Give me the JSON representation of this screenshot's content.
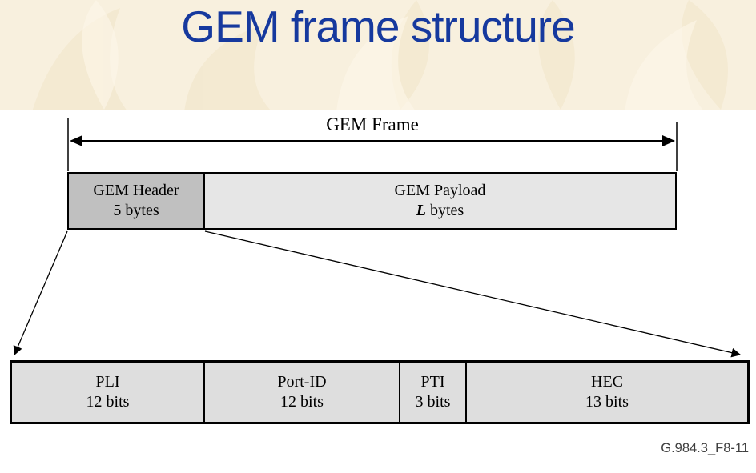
{
  "page": {
    "title": "GEM frame structure",
    "figure_id": "G.984.3_F8-11"
  },
  "colors": {
    "title_blue": "#16399E",
    "band_cream": "#F8F0DE",
    "header_gray": "#C0C0C0",
    "payload_gray": "#E6E6E6",
    "field_gray": "#DEDEDE",
    "figure_id_gray": "#3F3F3F"
  },
  "frame": {
    "label": "GEM Frame",
    "header": {
      "name": "GEM Header",
      "size": "5 bytes"
    },
    "payload": {
      "name": "GEM Payload",
      "size_var": "L",
      "size_rest": " bytes"
    }
  },
  "header_fields": [
    {
      "label": "PLI",
      "size": "12 bits"
    },
    {
      "label": "Port-ID",
      "size": "12 bits"
    },
    {
      "label": "PTI",
      "size": "3 bits"
    },
    {
      "label": "HEC",
      "size": "13 bits"
    }
  ]
}
